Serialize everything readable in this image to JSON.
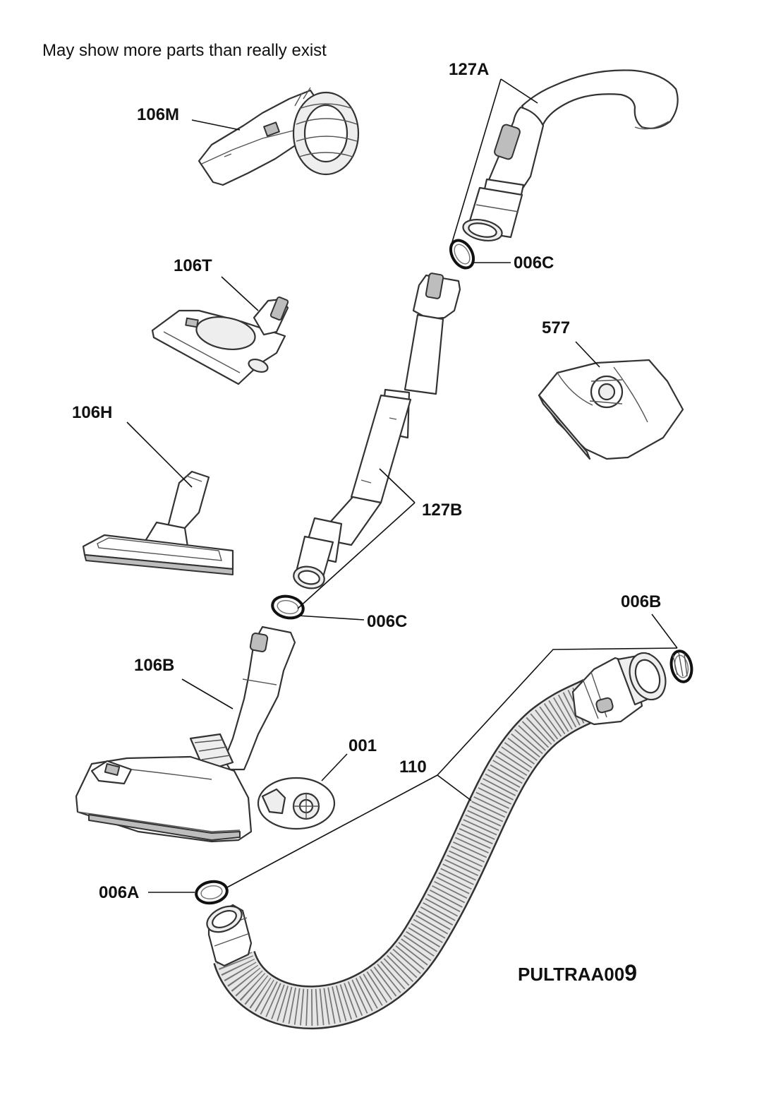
{
  "note": "May show more parts than really exist",
  "drawing_code": {
    "prefix": "PULTRAA00",
    "suffix": "9"
  },
  "labels": {
    "l_127A": "127A",
    "l_106M": "106M",
    "l_106T": "106T",
    "l_006C_top": "006C",
    "l_577": "577",
    "l_106H": "106H",
    "l_127B": "127B",
    "l_006C_mid": "006C",
    "l_006B": "006B",
    "l_106B": "106B",
    "l_001": "001",
    "l_110": "110",
    "l_006A": "006A"
  }
}
